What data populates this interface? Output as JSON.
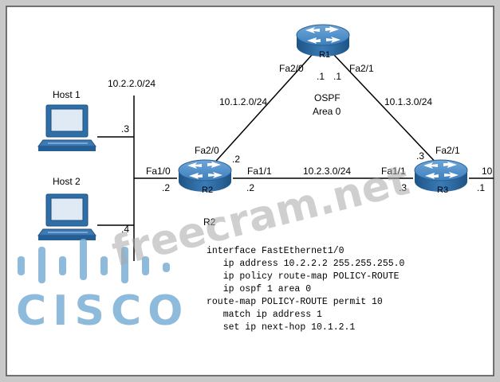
{
  "routers": {
    "r1": {
      "name": "R1"
    },
    "r2": {
      "name": "R2",
      "caption": "R2"
    },
    "r3": {
      "name": "R3"
    }
  },
  "hosts": {
    "h1": {
      "name": "Host 1",
      "octet": ".3"
    },
    "h2": {
      "name": "Host 2",
      "octet": ".4"
    }
  },
  "networks": {
    "lan": "10.2.2.0/24",
    "r1_r2": "10.1.2.0/24",
    "r1_r3": "10.1.3.0/24",
    "r2_r3": "10.2.3.0/24",
    "r3_right": "10"
  },
  "area": {
    "line1": "OSPF",
    "line2": "Area 0"
  },
  "interfaces": {
    "r1_fa20": "Fa2/0",
    "r1_fa20_ip": ".1",
    "r1_fa21": "Fa2/1",
    "r1_fa21_ip": ".1",
    "r2_fa20": "Fa2/0",
    "r2_fa20_ip": ".2",
    "r2_fa10": "Fa1/0",
    "r2_fa10_ip": ".2",
    "r2_fa11": "Fa1/1",
    "r2_fa11_ip": ".2",
    "r3_fa11": "Fa1/1",
    "r3_fa11_ip": ".3",
    "r3_fa21": "Fa2/1",
    "r3_fa21_ip": ".3",
    "r3_right_ip": ".1"
  },
  "config": [
    "interface FastEthernet1/0",
    "   ip address 10.2.2.2 255.255.255.0",
    "   ip policy route-map POLICY-ROUTE",
    "   ip ospf 1 area 0",
    "route-map POLICY-ROUTE permit 10",
    "   match ip address 1",
    "   set ip next-hop 10.1.2.1"
  ],
  "watermark": "freecram.net",
  "logo": {
    "text": "CISCO"
  },
  "colors": {
    "router": "#2f6fa8",
    "routerTop": "#4a8cc6",
    "logo": "#7aaed6"
  }
}
